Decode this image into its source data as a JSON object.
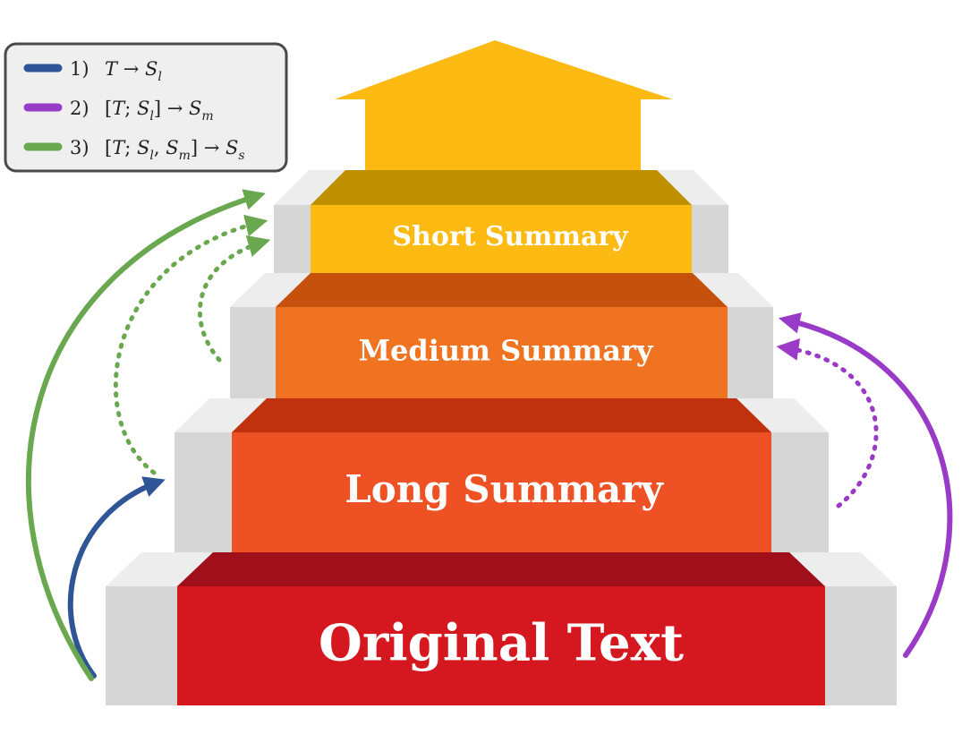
{
  "colors": {
    "arrow": "#FDBA13",
    "short_front": "#FDBA13",
    "short_top": "#BF9000",
    "medium_front": "#F07322",
    "medium_top": "#C5510C",
    "long_front": "#EE5224",
    "long_top": "#C0320E",
    "original_front": "#D5181F",
    "original_top": "#A0101B",
    "side_light": "#EDEDED",
    "side_dark": "#D6D6D6",
    "blue": "#2F5597",
    "purple": "#9A3BC8",
    "green": "#6AA84F"
  },
  "steps": {
    "short": "Short Summary",
    "medium": "Medium Summary",
    "long": "Long Summary",
    "original": "Original Text"
  },
  "legend": {
    "items": [
      {
        "num": "1)",
        "formula": "T → S_l",
        "color": "blue"
      },
      {
        "num": "2)",
        "formula": "[T; S_l] → S_m",
        "color": "purple"
      },
      {
        "num": "3)",
        "formula": "[T; S_l, S_m] → S_s",
        "color": "green"
      }
    ]
  }
}
